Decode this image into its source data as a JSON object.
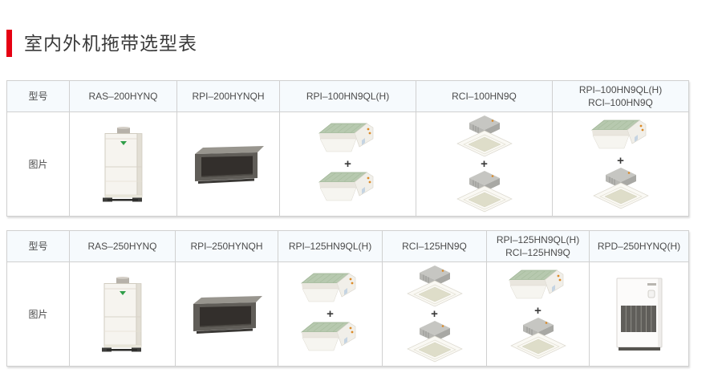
{
  "title": {
    "text": "室内外机拖带选型表"
  },
  "colors": {
    "accent": "#e60012",
    "header_bg": "#f6fafd",
    "border": "#d0d0d0",
    "title_text": "#3a3a3a"
  },
  "plus": "+",
  "tables": [
    {
      "label_header": "型号",
      "label_image": "图片",
      "label_col_width": 78,
      "columns": [
        {
          "model_lines": [
            "RAS–200HYNQ"
          ],
          "images": [
            "outdoor-unit"
          ],
          "width": 134
        },
        {
          "model_lines": [
            "RPI–200HYNQH"
          ],
          "images": [
            "duct-dark"
          ],
          "width": 128
        },
        {
          "model_lines": [
            "RPI–100HN9QL(H)"
          ],
          "images": [
            "duct-white",
            "duct-white"
          ],
          "width": 170
        },
        {
          "model_lines": [
            "RCI–100HN9Q"
          ],
          "images": [
            "cassette",
            "cassette"
          ],
          "width": 170
        },
        {
          "model_lines": [
            "RPI–100HN9QL(H)",
            "RCI–100HN9Q"
          ],
          "images": [
            "duct-white",
            "cassette"
          ],
          "width": 170
        }
      ]
    },
    {
      "label_header": "型号",
      "label_image": "图片",
      "label_col_width": 78,
      "columns": [
        {
          "model_lines": [
            "RAS–250HYNQ"
          ],
          "images": [
            "outdoor-unit"
          ],
          "width": 132
        },
        {
          "model_lines": [
            "RPI–250HYNQH"
          ],
          "images": [
            "duct-dark"
          ],
          "width": 128
        },
        {
          "model_lines": [
            "RPI–125HN9QL(H)"
          ],
          "images": [
            "duct-white",
            "duct-white"
          ],
          "width": 130
        },
        {
          "model_lines": [
            "RCI–125HN9Q"
          ],
          "images": [
            "cassette",
            "cassette"
          ],
          "width": 130
        },
        {
          "model_lines": [
            "RPI–125HN9QL(H)",
            "RCI–125HN9Q"
          ],
          "images": [
            "duct-white",
            "cassette"
          ],
          "width": 128
        },
        {
          "model_lines": [
            "RPD–250HYNQ(H)"
          ],
          "images": [
            "floor-standing"
          ],
          "width": 124
        }
      ]
    }
  ]
}
